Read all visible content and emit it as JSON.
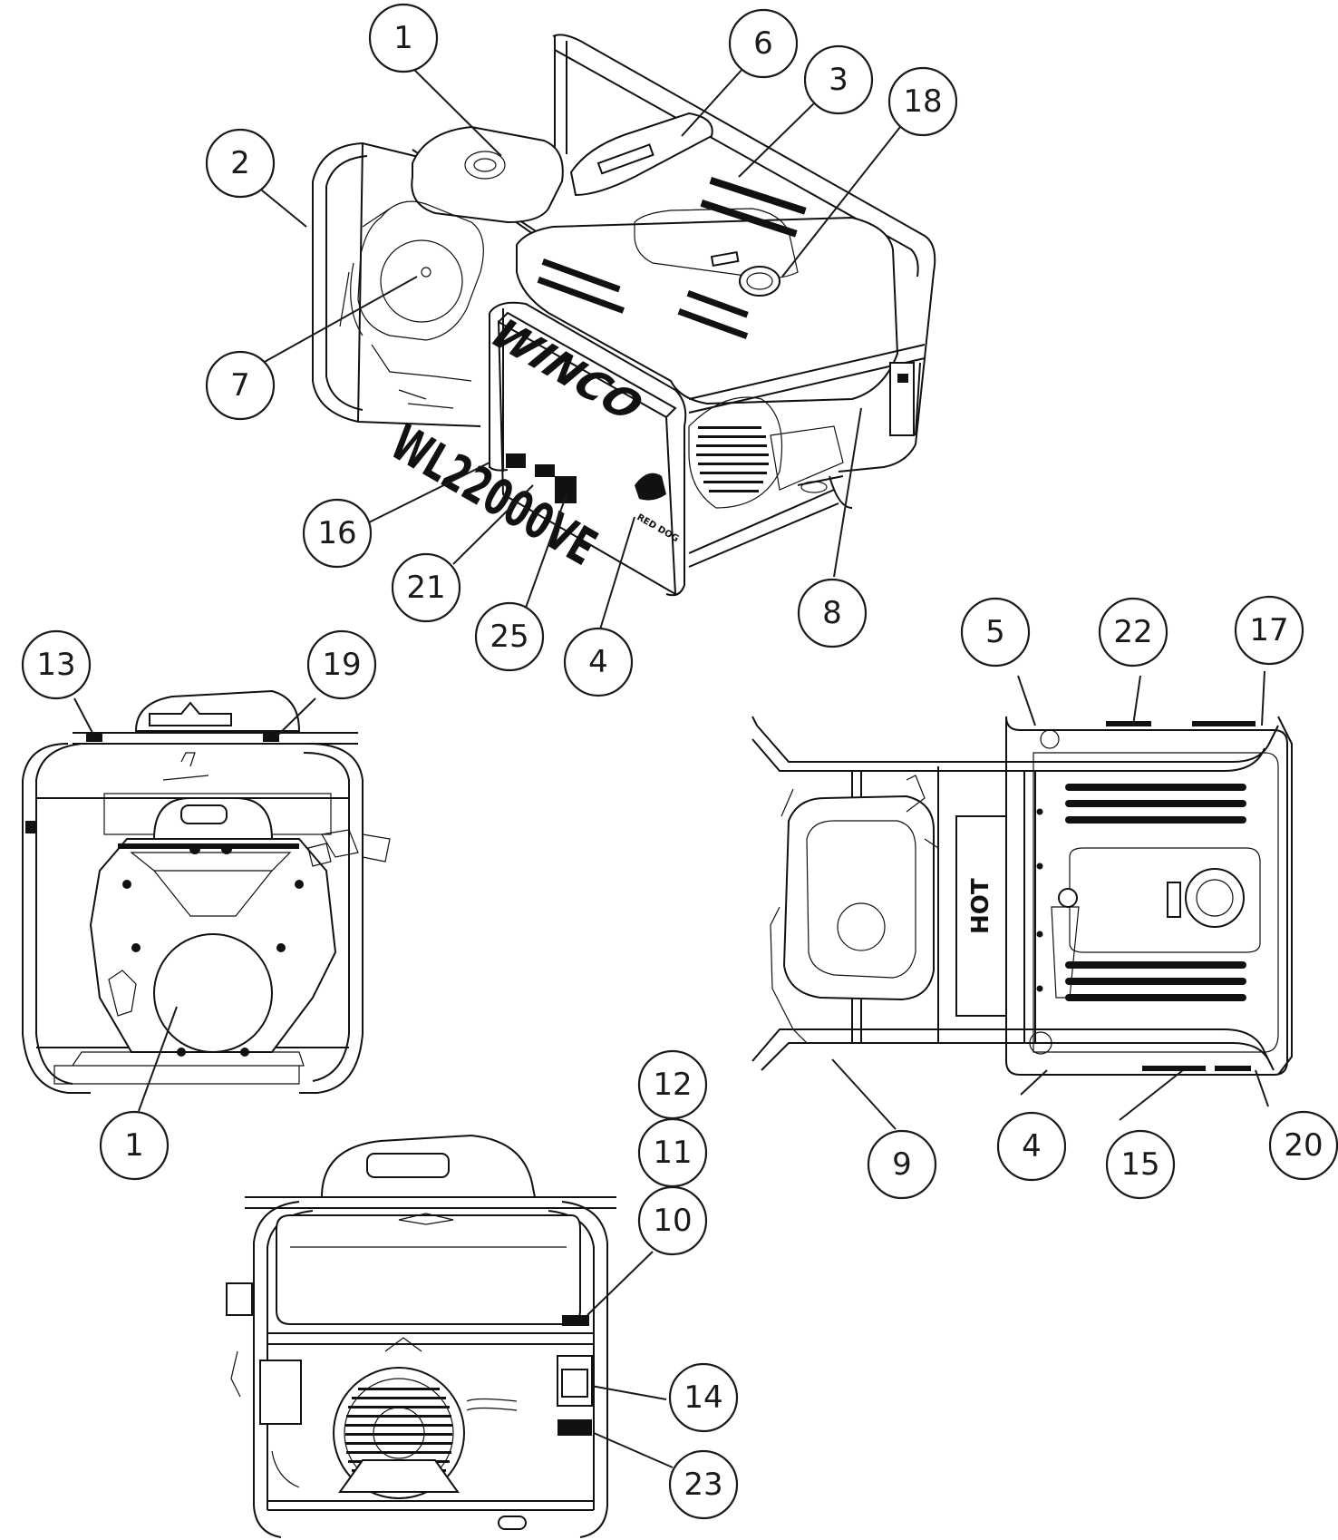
{
  "diagram": {
    "views": [
      "isometric",
      "front",
      "top",
      "side"
    ],
    "brand_label": "WINCO",
    "model_label": "WL22000VE",
    "badge_label": "RED DOG",
    "hot_label": "HOT"
  },
  "callouts": [
    {
      "id": "c1a",
      "label": "1"
    },
    {
      "id": "c2",
      "label": "2"
    },
    {
      "id": "c6",
      "label": "6"
    },
    {
      "id": "c3",
      "label": "3"
    },
    {
      "id": "c18",
      "label": "18"
    },
    {
      "id": "c7",
      "label": "7"
    },
    {
      "id": "c16",
      "label": "16"
    },
    {
      "id": "c21",
      "label": "21"
    },
    {
      "id": "c25",
      "label": "25"
    },
    {
      "id": "c4a",
      "label": "4"
    },
    {
      "id": "c8",
      "label": "8"
    },
    {
      "id": "c13",
      "label": "13"
    },
    {
      "id": "c19",
      "label": "19"
    },
    {
      "id": "c1b",
      "label": "1"
    },
    {
      "id": "c5",
      "label": "5"
    },
    {
      "id": "c22",
      "label": "22"
    },
    {
      "id": "c17",
      "label": "17"
    },
    {
      "id": "c9",
      "label": "9"
    },
    {
      "id": "c4b",
      "label": "4"
    },
    {
      "id": "c15",
      "label": "15"
    },
    {
      "id": "c20",
      "label": "20"
    },
    {
      "id": "c12",
      "label": "12"
    },
    {
      "id": "c11",
      "label": "11"
    },
    {
      "id": "c10",
      "label": "10"
    },
    {
      "id": "c14",
      "label": "14"
    },
    {
      "id": "c23",
      "label": "23"
    }
  ]
}
